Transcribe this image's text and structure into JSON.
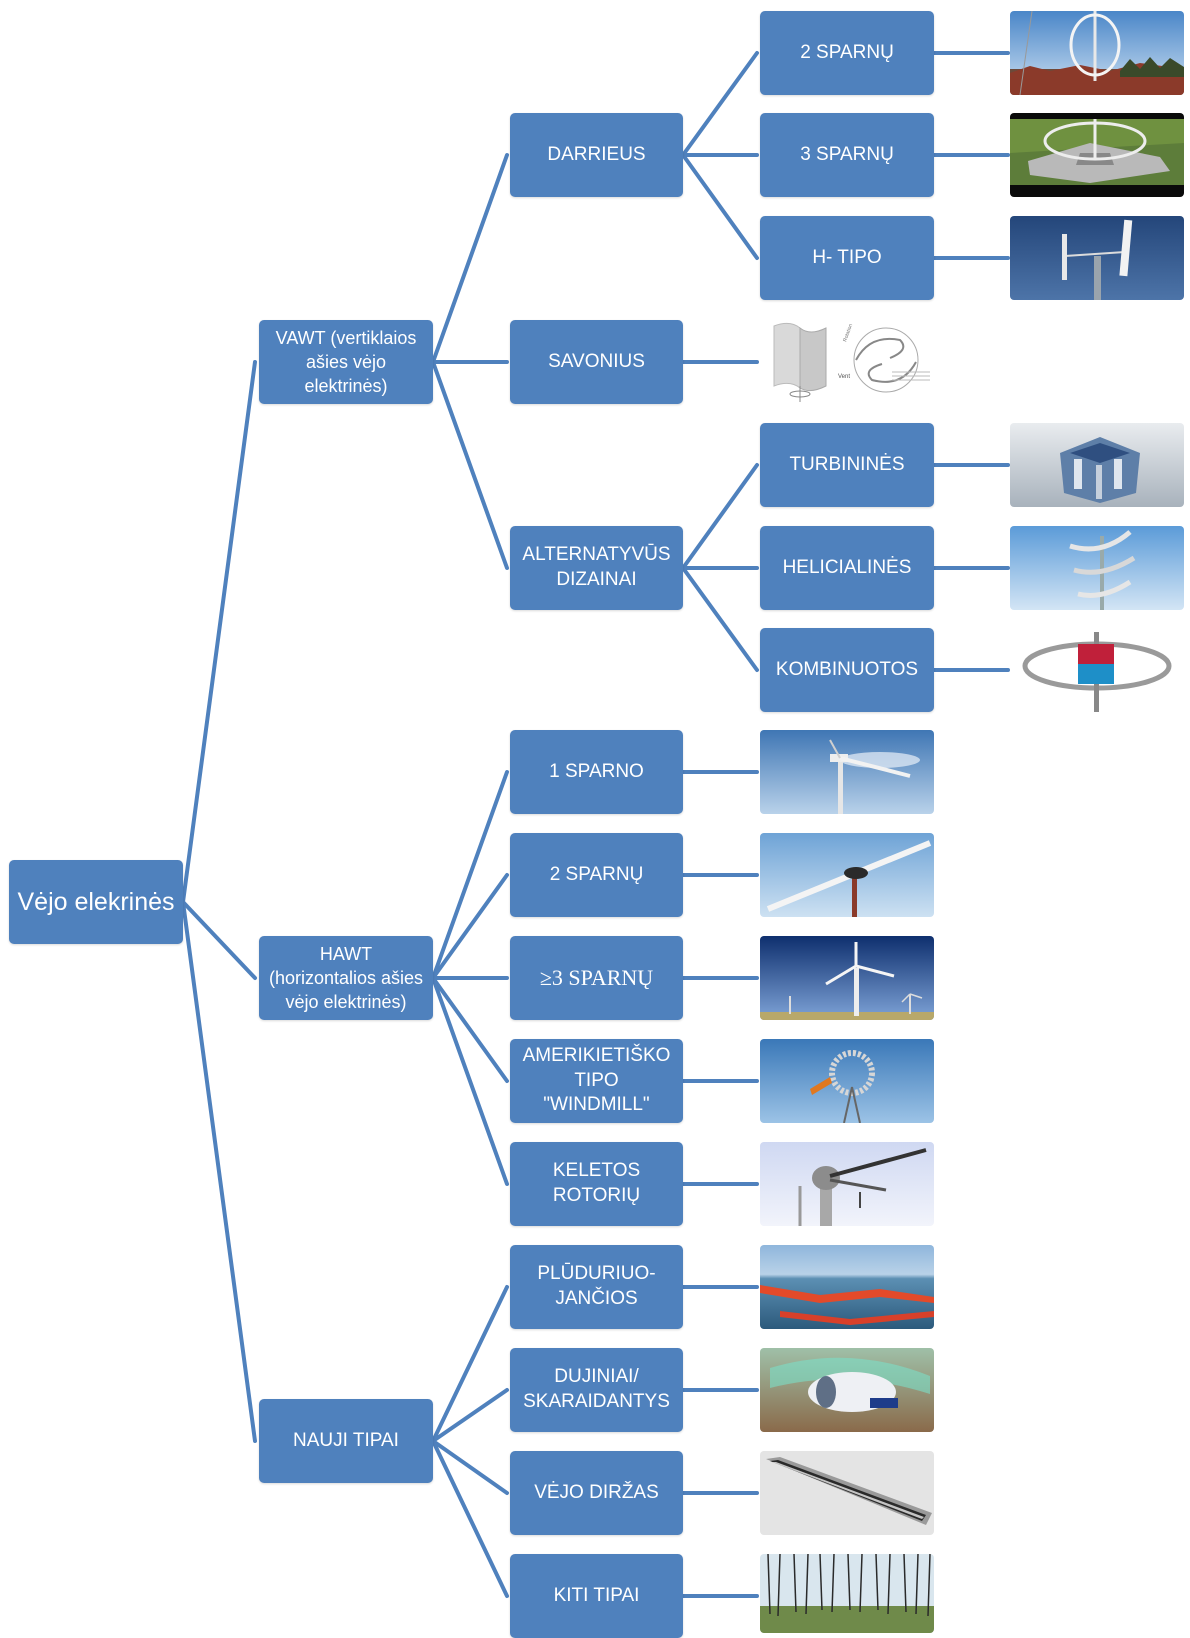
{
  "root": "Vėjo elekrinės",
  "vawt": "VAWT (vertiklaios\našies vėjo\nelektrinės)",
  "hawt": "HAWT\n(horizontalios ašies\nvėjo elektrinės)",
  "new_types": "NAUJI TIPAI",
  "darrieus": "DARRIEUS",
  "savonius": "SAVONIUS",
  "alternative": "ALTERNATYVŪS\nDIZAINAI",
  "d_2": "2 SPARNŲ",
  "d_3": "3 SPARNŲ",
  "d_h": "H- TIPO",
  "a_turb": "TURBININĖS",
  "a_heli": "HELICIALINĖS",
  "a_comb": "KOMBINUOTOS",
  "h_1": "1 SPARNO",
  "h_2": "2 SPARNŲ",
  "h_3": "≥3 SPARNŲ",
  "h_am": "AMERIKIETIŠKO\nTIPO\n\"WINDMILL\"",
  "h_multi": "KELETOS\nROTORIŲ",
  "n_float": "PLŪDURIUO-\nJANČIOS",
  "n_air": "DUJINIAI/\nSKARAIDANTYS",
  "n_belt": "VĖJO DIRŽAS",
  "n_other": "KITI TIPAI",
  "savonius_labels": {
    "top": "Rotation",
    "side": "Vent"
  }
}
